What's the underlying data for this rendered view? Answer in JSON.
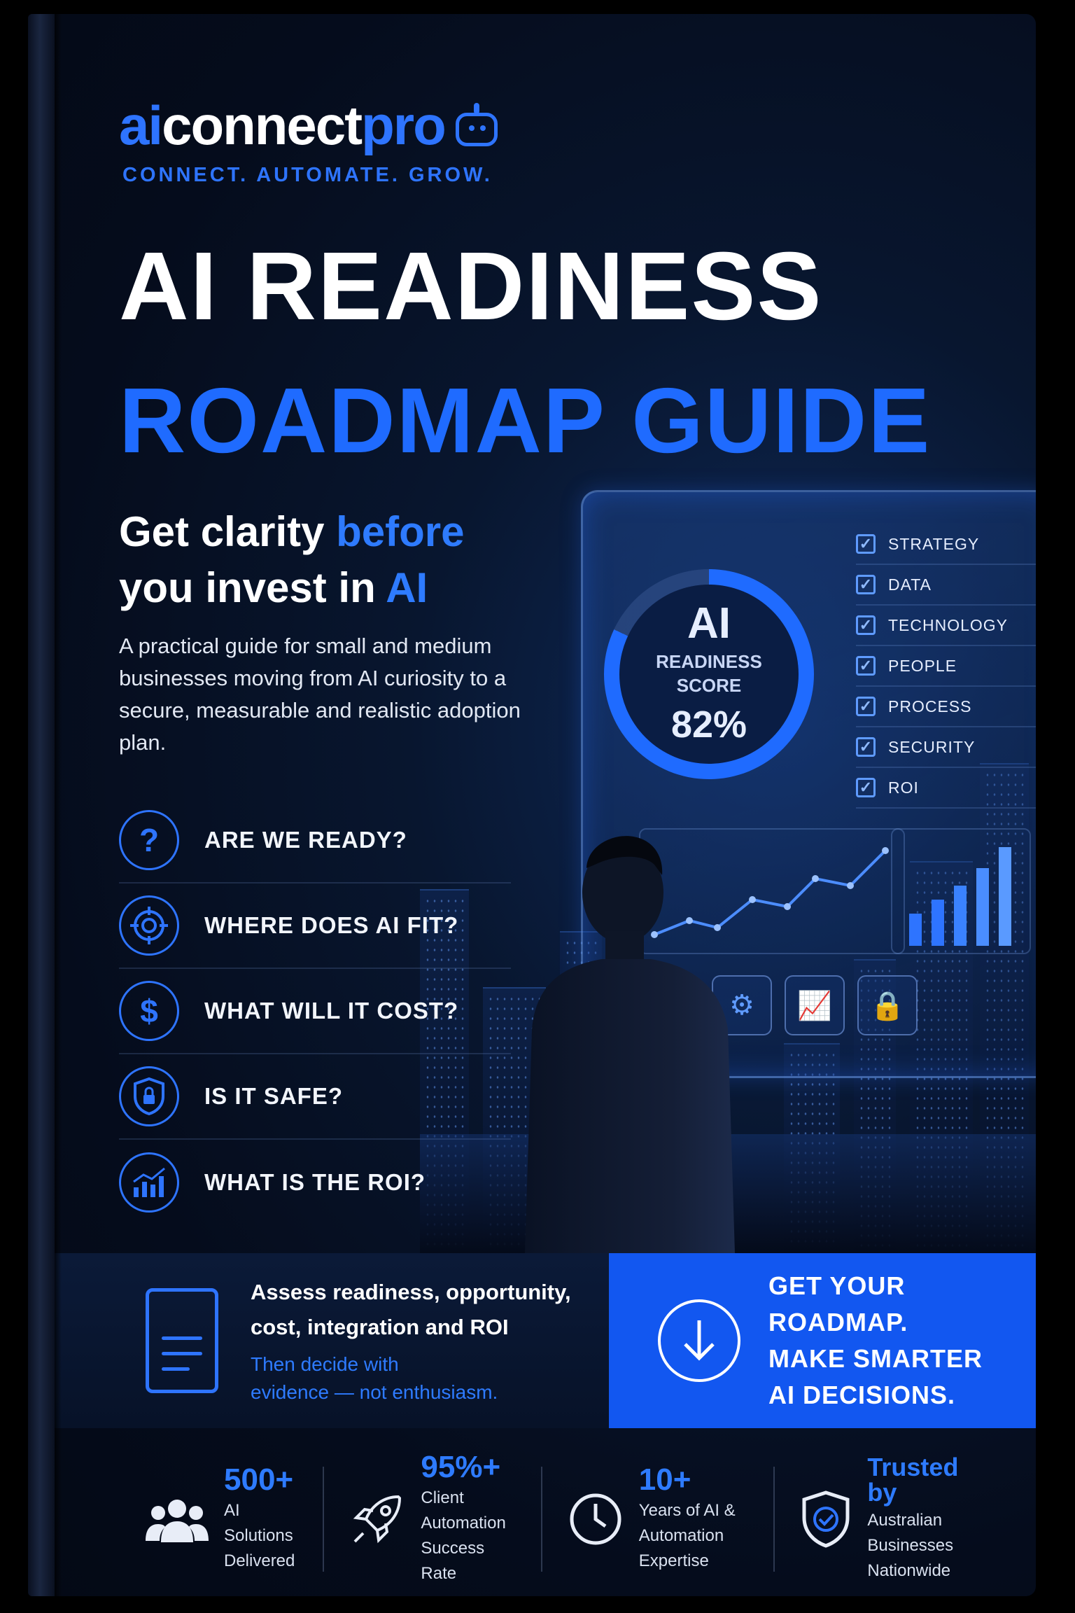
{
  "brand": {
    "ai": "ai",
    "connect": "connect",
    "pro": "pro",
    "tagline": "CONNECT. AUTOMATE. GROW.",
    "accent_color": "#2e74ff"
  },
  "title": {
    "line1": "AI READINESS",
    "line2": "ROADMAP GUIDE"
  },
  "subtitle": {
    "part1": "Get clarity ",
    "part2": "before",
    "part3": "you invest in ",
    "part4": "AI"
  },
  "description": "A practical guide for small and medium businesses moving from AI curiosity to a secure, measurable and realistic adoption plan.",
  "questions": [
    {
      "icon": "question-icon",
      "glyph": "?",
      "label": "ARE WE READY?"
    },
    {
      "icon": "target-icon",
      "glyph": "◎",
      "label": "WHERE DOES AI FIT?"
    },
    {
      "icon": "dollar-icon",
      "glyph": "$",
      "label": "WHAT WILL IT COST?"
    },
    {
      "icon": "shield-lock-icon",
      "glyph": "⛨",
      "label": "IS IT SAFE?"
    },
    {
      "icon": "growth-chart-icon",
      "glyph": "📈",
      "label": "WHAT IS THE ROI?"
    }
  ],
  "dashboard": {
    "ring_ai": "AI",
    "ring_label_1": "READINESS",
    "ring_label_2": "SCORE",
    "score": "82%",
    "score_value": 82,
    "checklist": [
      "STRATEGY",
      "DATA",
      "TECHNOLOGY",
      "PEOPLE",
      "PROCESS",
      "SECURITY",
      "ROI"
    ]
  },
  "band": {
    "main_1": "Assess readiness, opportunity,",
    "main_2": "cost, integration and ROI",
    "sub_1": "Then decide with",
    "sub_2": "evidence — not enthusiasm.",
    "cta_1": "GET YOUR ROADMAP.",
    "cta_2": "MAKE SMARTER",
    "cta_3": "AI DECISIONS."
  },
  "stats": [
    {
      "icon": "team-icon",
      "big": "500+",
      "line1": "AI Solutions",
      "line2": "Delivered"
    },
    {
      "icon": "rocket-icon",
      "big": "95%+",
      "line1": "Client Automation",
      "line2": "Success Rate"
    },
    {
      "icon": "clock-icon",
      "big": "10+",
      "line1": "Years of AI &",
      "line2": "Automation Expertise"
    },
    {
      "icon": "shield-check-icon",
      "big": "Trusted by",
      "line1": "Australian Businesses",
      "line2": "Nationwide"
    }
  ]
}
